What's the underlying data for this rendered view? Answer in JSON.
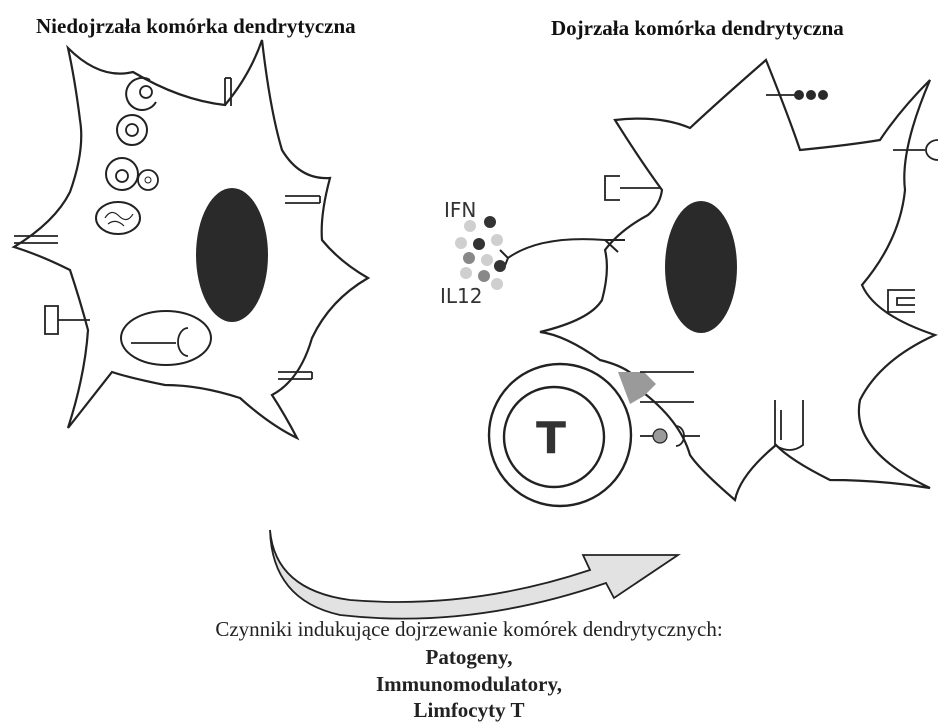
{
  "titles": {
    "immature": "Niedojrzała komórka dendrytyczna",
    "mature": "Dojrzała komórka dendrytyczna"
  },
  "labels": {
    "ifn": "IFN",
    "il12": "IL12",
    "t_cell": "T"
  },
  "caption": {
    "main": "Czynniki indukujące dojrzewanie komórek dendrytycznych:",
    "factors": [
      "Patogeny,",
      "Immunomodulatory,",
      "Limfocyty T"
    ]
  },
  "colors": {
    "line": "#222222",
    "nucleus": "#2a2a2a",
    "arrow_fill": "#e2e2e2",
    "cytokine_dark": "#333333",
    "cytokine_mid": "#888888",
    "cytokine_light": "#cfcfcf",
    "mhc_gray": "#9a9a9a"
  }
}
